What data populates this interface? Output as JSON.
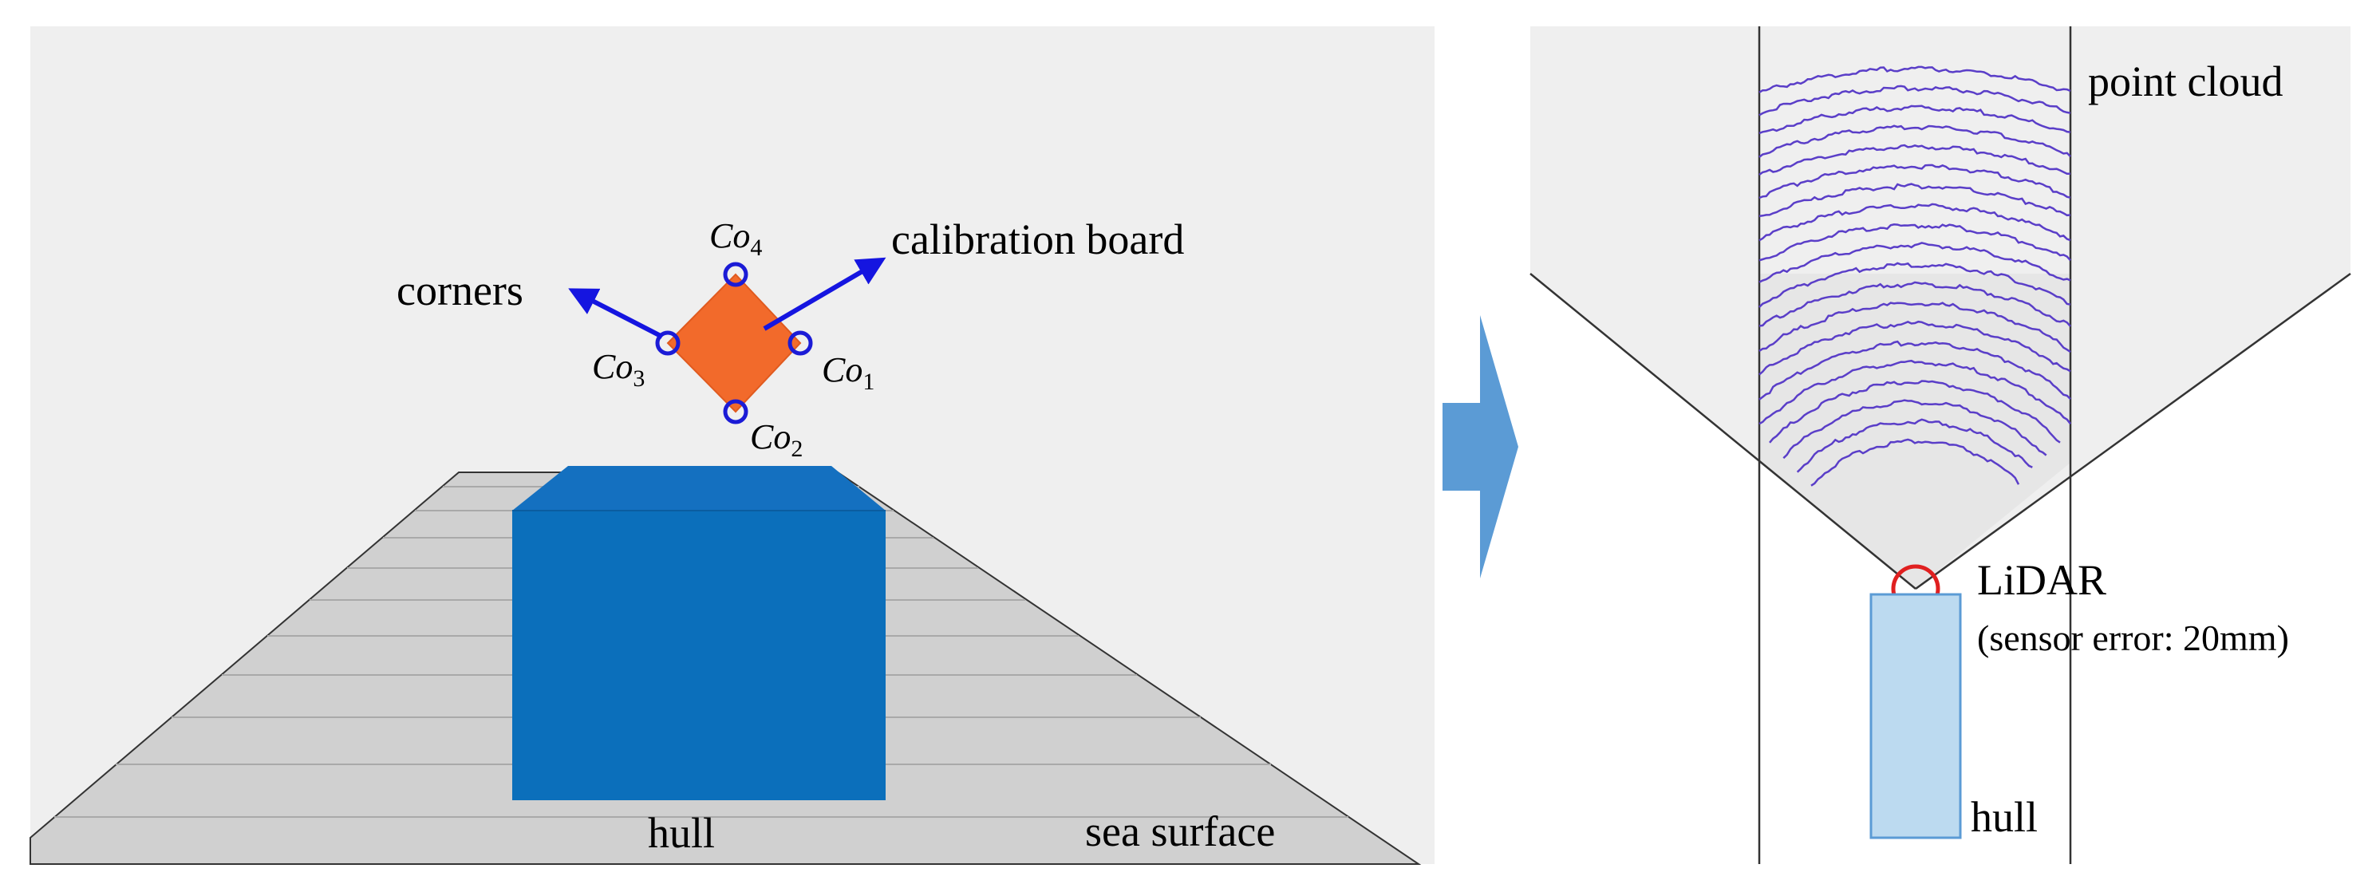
{
  "left_panel": {
    "labels": {
      "corners": "corners",
      "calibration_board": "calibration board",
      "hull": "hull",
      "sea_surface": "sea surface"
    },
    "corner_labels": [
      {
        "base": "Co",
        "sub": "4"
      },
      {
        "base": "Co",
        "sub": "1"
      },
      {
        "base": "Co",
        "sub": "2"
      },
      {
        "base": "Co",
        "sub": "3"
      }
    ]
  },
  "right_panel": {
    "labels": {
      "point_cloud": "point cloud",
      "lidar": "LiDAR",
      "sensor_error": "(sensor error: 20mm)",
      "hull": "hull"
    }
  },
  "colors": {
    "background_gray": "#efefef",
    "sea_gray": "#d0d0d0",
    "hull_blue": "#0b6fbb",
    "hull_top_blue": "#1470c0",
    "board_orange": "#f26a2b",
    "corner_blue": "#1b1bd6",
    "arrow_blue": "#1515e0",
    "transition_arrow": "#5b9bd5",
    "scan_purple": "#5a3ec8",
    "lidar_red": "#e02020",
    "hull_light_blue": "#bcdaf0",
    "hull_light_border": "#5b9bd5"
  }
}
